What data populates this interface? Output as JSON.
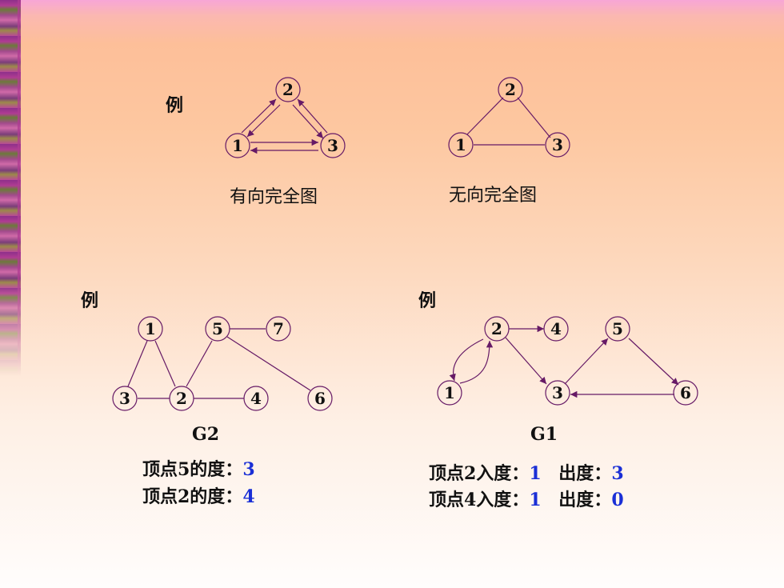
{
  "example_label": "例",
  "complete_graphs": {
    "directed": {
      "caption": "有向完全图",
      "nodes": [
        "1",
        "2",
        "3"
      ]
    },
    "undirected": {
      "caption": "无向完全图",
      "nodes": [
        "1",
        "2",
        "3"
      ]
    }
  },
  "g2": {
    "caption": "G2",
    "nodes": [
      "1",
      "5",
      "7",
      "3",
      "2",
      "4",
      "6"
    ],
    "edges": [
      [
        "1",
        "3"
      ],
      [
        "1",
        "2"
      ],
      [
        "3",
        "2"
      ],
      [
        "2",
        "5"
      ],
      [
        "2",
        "4"
      ],
      [
        "5",
        "7"
      ],
      [
        "5",
        "6"
      ]
    ],
    "info": [
      {
        "label": "顶点5的度：",
        "value": "3"
      },
      {
        "label": "顶点2的度：",
        "value": "4"
      }
    ]
  },
  "g1": {
    "caption": "G1",
    "nodes": [
      "2",
      "4",
      "5",
      "1",
      "3",
      "6"
    ],
    "arcs": [
      [
        "2",
        "4"
      ],
      [
        "2",
        "1"
      ],
      [
        "1",
        "2"
      ],
      [
        "2",
        "3"
      ],
      [
        "3",
        "5"
      ],
      [
        "5",
        "6"
      ],
      [
        "6",
        "3"
      ]
    ],
    "info": [
      {
        "label": "顶点2入度：",
        "in": "1",
        "out_label": "出度：",
        "out": "3"
      },
      {
        "label": "顶点4入度：",
        "in": "1",
        "out_label": "出度：",
        "out": "0"
      }
    ]
  },
  "colors": {
    "stroke": "#661a66",
    "value_blue": "#1a2fd6",
    "text": "#111111"
  }
}
